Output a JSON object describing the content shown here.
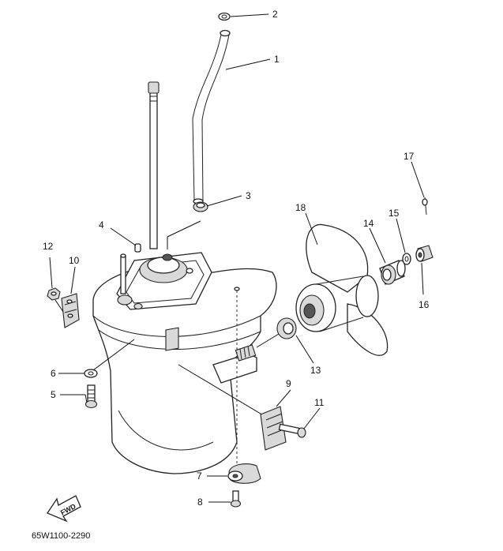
{
  "callouts": [
    {
      "id": "c1",
      "label": "1"
    },
    {
      "id": "c2",
      "label": "2"
    },
    {
      "id": "c3",
      "label": "3"
    },
    {
      "id": "c4",
      "label": "4"
    },
    {
      "id": "c5",
      "label": "5"
    },
    {
      "id": "c6",
      "label": "6"
    },
    {
      "id": "c7",
      "label": "7"
    },
    {
      "id": "c8",
      "label": "8"
    },
    {
      "id": "c9",
      "label": "9"
    },
    {
      "id": "c10",
      "label": "10"
    },
    {
      "id": "c11",
      "label": "11"
    },
    {
      "id": "c12",
      "label": "12"
    },
    {
      "id": "c13",
      "label": "13"
    },
    {
      "id": "c14",
      "label": "14"
    },
    {
      "id": "c15",
      "label": "15"
    },
    {
      "id": "c16",
      "label": "16"
    },
    {
      "id": "c17",
      "label": "17"
    },
    {
      "id": "c18",
      "label": "18"
    }
  ],
  "fwd_label": "FWD",
  "diagram_code": "65W1100-2290"
}
